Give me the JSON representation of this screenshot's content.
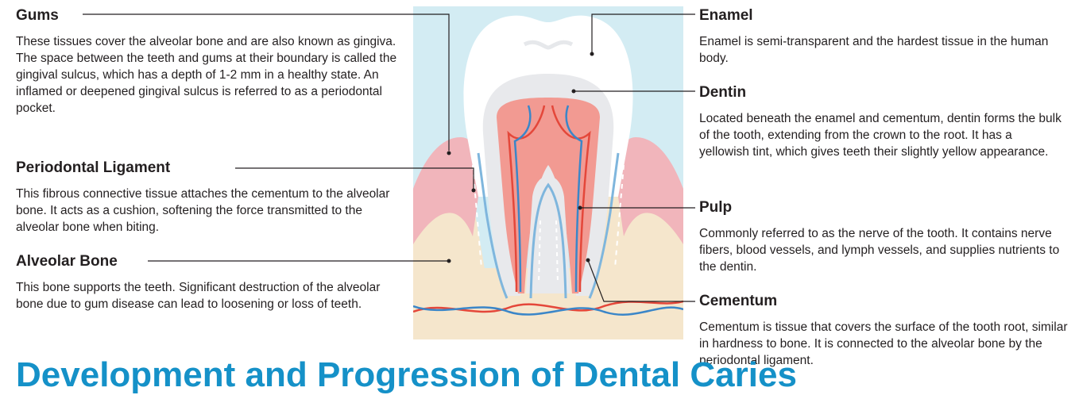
{
  "left": {
    "gums": {
      "title": "Gums",
      "desc": "These tissues cover the alveolar bone and are also known as gingiva. The space between the teeth and gums at their boundary is called the gingival sulcus, which has a depth of 1-2 mm in a healthy state. An inflamed or deepened gingival sulcus is referred to as a periodontal pocket."
    },
    "ligament": {
      "title": "Periodontal Ligament",
      "desc": "This fibrous connective tissue attaches the cementum to the alveolar bone. It acts as a cushion, softening the force transmitted to the alveolar bone when biting."
    },
    "bone": {
      "title": "Alveolar Bone",
      "desc": "This bone supports the teeth. Significant destruction of the alveolar bone due to gum disease can lead to loosening or loss of teeth."
    }
  },
  "right": {
    "enamel": {
      "title": "Enamel",
      "desc": "Enamel is semi-transparent and the hardest tissue in the human body."
    },
    "dentin": {
      "title": "Dentin",
      "desc": "Located beneath the enamel and cementum, dentin forms the bulk of the tooth, extending from the crown to the root. It has a yellowish tint, which gives teeth their slightly yellow appearance."
    },
    "pulp": {
      "title": "Pulp",
      "desc": "Commonly referred to as the nerve of the tooth. It contains nerve fibers, blood vessels, and lymph vessels, and supplies nutrients to the dentin."
    },
    "cementum": {
      "title": "Cementum",
      "desc": "Cementum is tissue that covers the surface of the tooth root, similar in hardness to bone. It is connected to the alveolar bone by the periodontal ligament."
    }
  },
  "section_heading": "Development and Progression of Dental Caries",
  "colors": {
    "sky": "#d3ecf3",
    "gum": "#f1b5bb",
    "bone": "#f5e6cc",
    "tooth": "#ffffff",
    "dentin": "#e8e9ec",
    "pulp": "#f29a92",
    "vessel_red": "#e4473a",
    "vessel_blue": "#3b86c8",
    "heading": "#1591c8"
  }
}
